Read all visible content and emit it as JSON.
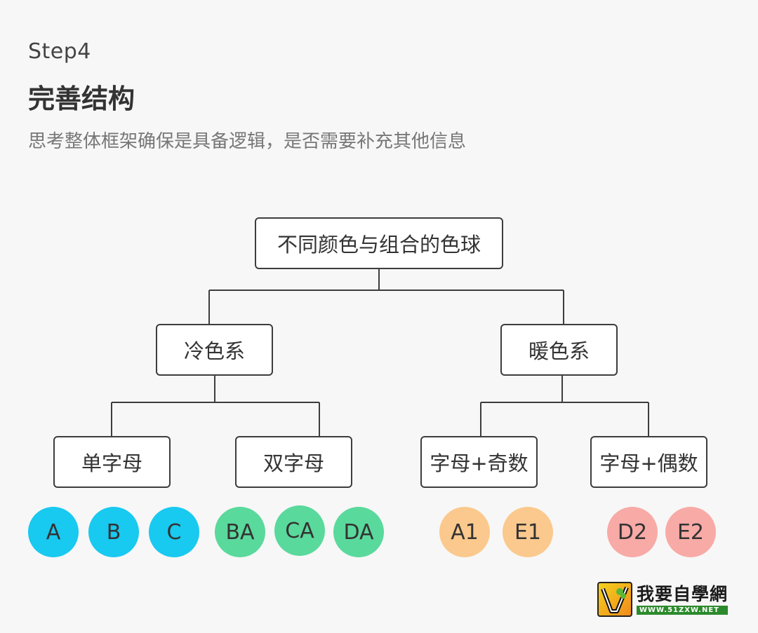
{
  "header": {
    "step": "Step4",
    "title": "完善结构",
    "subtitle": "思考整体框架确保是具备逻辑，是否需要补充其他信息"
  },
  "tree": {
    "root": "不同颜色与组合的色球",
    "cold": {
      "label": "冷色系",
      "single": {
        "label": "单字母",
        "balls": [
          "A",
          "B",
          "C"
        ]
      },
      "double": {
        "label": "双字母",
        "balls": [
          "BA",
          "CA",
          "DA"
        ]
      }
    },
    "warm": {
      "label": "暖色系",
      "odd": {
        "label": "字母+奇数",
        "balls": [
          "A1",
          "E1"
        ]
      },
      "even": {
        "label": "字母+偶数",
        "balls": [
          "D2",
          "E2"
        ]
      }
    }
  },
  "colors": {
    "single": "#18c9f0",
    "double": "#5ad99c",
    "odd": "#fbc98d",
    "even": "#f8aaa6",
    "line": "#3d3d3d"
  },
  "watermark": {
    "text": "我要自學網",
    "url": "WWW.51ZXW.NET"
  }
}
